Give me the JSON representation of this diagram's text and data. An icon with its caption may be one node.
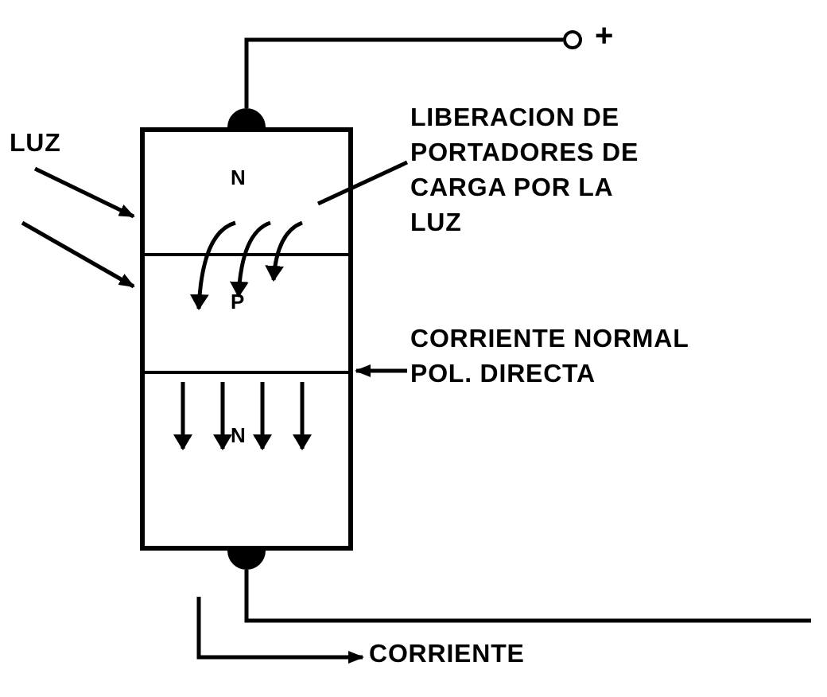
{
  "diagram": {
    "nodes": [
      {
        "text": [],
        "shape": "box"
      },
      {
        "text": [
          "N"
        ],
        "in": 0
      },
      {
        "text": [
          "P"
        ],
        "in": 0
      },
      {
        "text": [
          "N"
        ],
        "in": 0
      },
      {
        "text": [],
        "shape": "circle",
        "beside": [
          "+"
        ]
      },
      {
        "text": [
          "LUZ"
        ]
      },
      {
        "text": [
          "LIBERACION DE PORTADORES DE CARGA POR LA LUZ"
        ]
      },
      {
        "text": [
          "CORRIENTE NORMAL POL. DIRECTA"
        ]
      },
      {
        "text": [
          "CORRIENTE"
        ]
      }
    ],
    "edges": [
      {
        "from": 1,
        "to": 4,
        "arrow": "none"
      },
      {
        "from": 5,
        "to": 0,
        "arrow": "to"
      },
      {
        "from": 5,
        "to": 0,
        "arrow": "to"
      },
      {
        "from": 6,
        "to": null,
        "arrow": "none"
      },
      {
        "from": 7,
        "to": 0,
        "arrow": "to"
      },
      {
        "from": null,
        "to": 8,
        "arrow": "to"
      },
      {
        "from": 3,
        "to": null,
        "arrow": "none"
      }
    ]
  }
}
